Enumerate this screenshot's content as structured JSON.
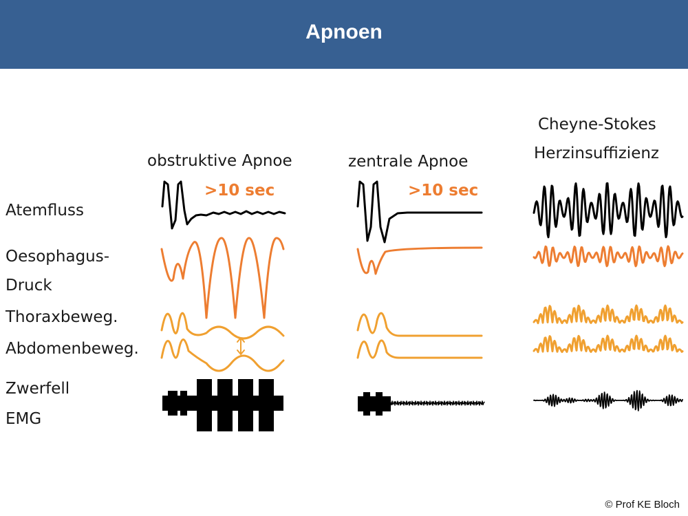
{
  "title": "Apnoen",
  "columns": {
    "obstructive": "obstruktive Apnoe",
    "central": "zentrale Apnoe",
    "cheyne_line1": "Cheyne-Stokes",
    "cheyne_line2": "Herzinsuffizienz"
  },
  "duration_label": ">10 sec",
  "rows": {
    "atemfluss": "Atemfluss",
    "oesophagus_line1": "Oesophagus-",
    "oesophagus_line2": "Druck",
    "thorax": "Thoraxbeweg.",
    "abdomen": "Abdomenbeweg.",
    "zwerfell_line1": "Zwerfell",
    "zwerfell_line2": "EMG"
  },
  "colors": {
    "header": "#376092",
    "flow": "#000000",
    "pressure": "#ED7D31",
    "movement": "#F0A030",
    "emg": "#000000"
  },
  "copyright": "© Prof KE Bloch"
}
